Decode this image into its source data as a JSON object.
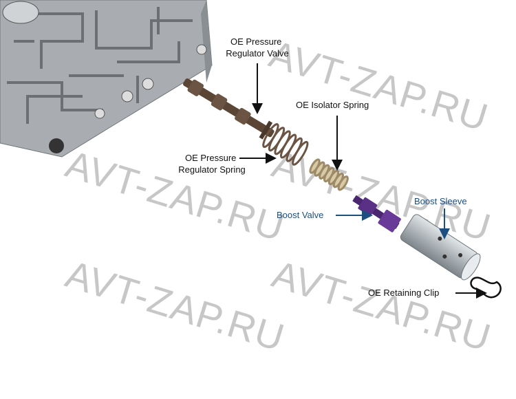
{
  "labels": {
    "pressure_regulator_valve": [
      "OE Pressure",
      "Regulator Valve"
    ],
    "isolator_spring": "OE Isolator Spring",
    "pressure_regulator_spring": [
      "OE Pressure",
      "Regulator Spring"
    ],
    "boost_valve": "Boost Valve",
    "boost_sleeve": "Boost Sleeve",
    "retaining_clip": "OE Retaining Clip"
  },
  "watermark": "AVT-ZAP.RU",
  "colors": {
    "label_black": "#111111",
    "label_blue": "#1c4e80",
    "boost_valve": "#5a2f86",
    "valve_body": "#a9adb1",
    "spring_dark": "#6b5444",
    "spring_light": "#c9b48a",
    "sleeve": "#b9c0c4"
  }
}
